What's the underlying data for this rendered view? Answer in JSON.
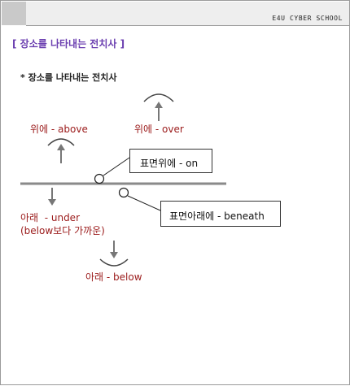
{
  "header": {
    "school": "E4U CYBER SCHOOL"
  },
  "page": {
    "title": "[ 장소를 나타내는 전치사 ]",
    "subtitle": "* 장소를 나타내는 전치사"
  },
  "diagram": {
    "above": "위에 - above",
    "over": "위에 - over",
    "on": "표면위에 - on",
    "beneath": "표면아래에 - beneath",
    "under_line1": "아래  - under",
    "under_line2": "(below보다 가까운)",
    "below": "아래 - below"
  },
  "colors": {
    "title": "#6b3fb0",
    "label": "#9b1b1b",
    "line": "#8a8a8a"
  }
}
